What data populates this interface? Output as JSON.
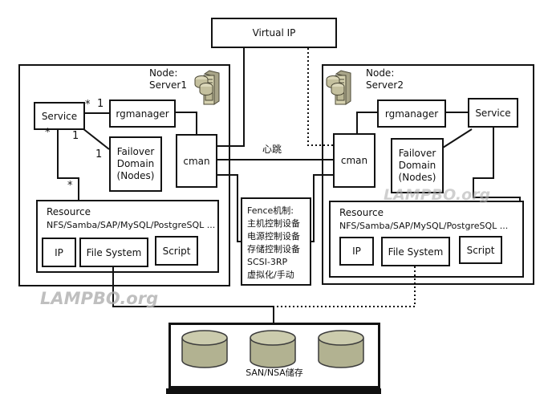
{
  "virtual_ip": {
    "label": "Virtual IP"
  },
  "heartbeat": {
    "label": "心跳"
  },
  "watermark": {
    "text": "LAMPBO.org"
  },
  "node1": {
    "title": "Node:\nServer1",
    "service": "Service",
    "rgmanager": "rgmanager",
    "failover_domain": "Failover\nDomain\n(Nodes)",
    "cman": "cman",
    "resource_title": "Resource",
    "resource_list": "NFS/Samba/SAP/MySQL/PostgreSQL ...",
    "ip": "IP",
    "file_system": "File System",
    "script": "Script",
    "mult_link_star": "*",
    "mult_link_one": "1",
    "mult_svc_star": "*",
    "mult_svc_one": "1",
    "mult_fd_one": "1",
    "mult_res_star": "*"
  },
  "node2": {
    "title": "Node:\nServer2",
    "service": "Service",
    "rgmanager": "rgmanager",
    "failover_domain": "Failover\nDomain\n(Nodes)",
    "cman": "cman",
    "resource_title": "Resource",
    "resource_list": "NFS/Samba/SAP/MySQL/PostgreSQL ...",
    "ip": "IP",
    "file_system": "File System",
    "script": "Script"
  },
  "fence": {
    "lines": [
      "Fence机制:",
      "主机控制设备",
      "电源控制设备",
      "存储控制设备",
      "SCSI-3RP",
      "虚拟化/手动"
    ]
  },
  "storage": {
    "label": "SAN/NSA储存"
  }
}
